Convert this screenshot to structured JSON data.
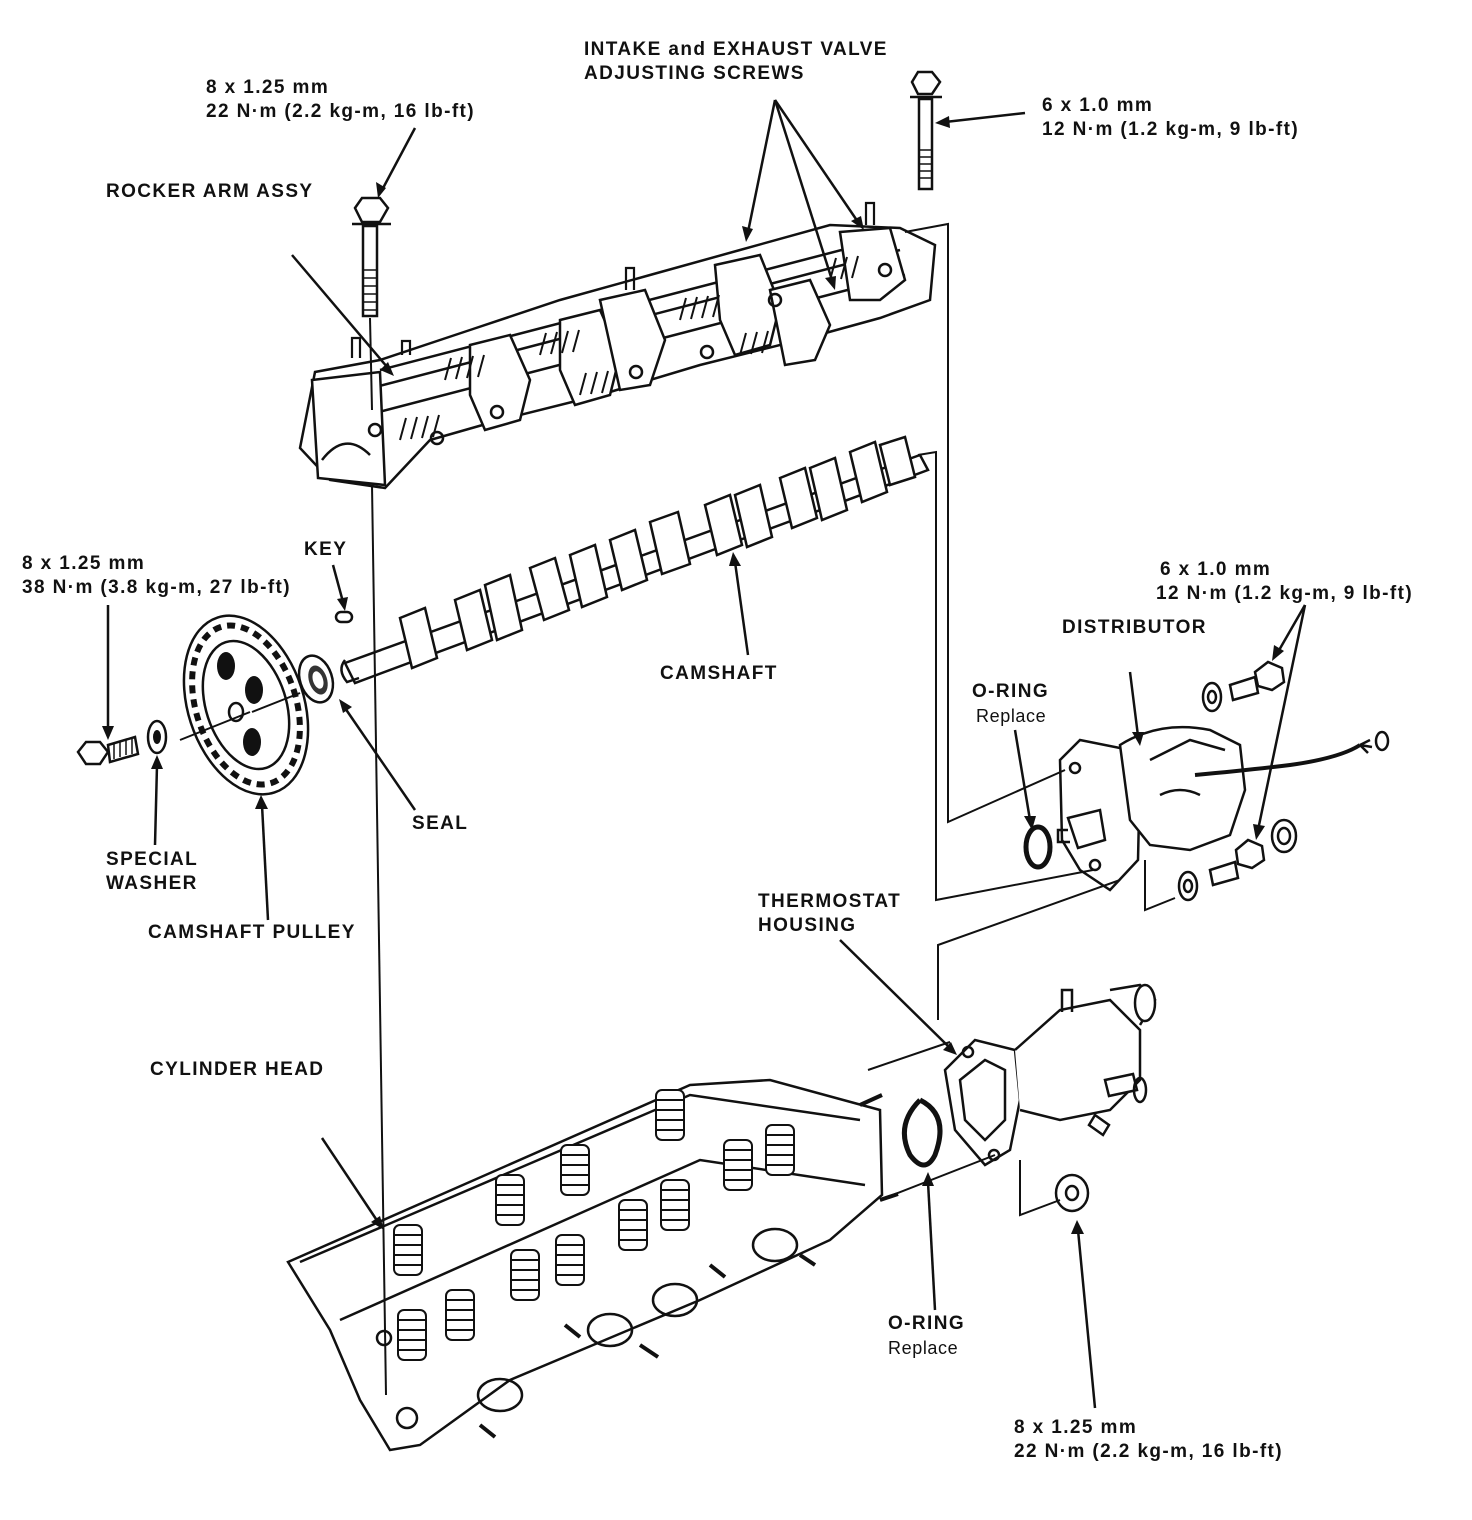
{
  "labels": {
    "top_bolt_spec": {
      "size": "8 x 1.25 mm",
      "torque": "22 N·m (2.2 kg-m, 16 lb-ft)"
    },
    "valve_screws": {
      "line1": "INTAKE and EXHAUST VALVE",
      "line2": "ADJUSTING SCREWS"
    },
    "right_bolt_spec": {
      "size": "6 x 1.0 mm",
      "torque": "12 N·m (1.2 kg-m, 9 lb-ft)"
    },
    "rocker_arm": "ROCKER ARM ASSY",
    "key": "KEY",
    "pulley_bolt_spec": {
      "size": "8 x 1.25 mm",
      "torque": "38 N·m (3.8 kg-m, 27 lb-ft)"
    },
    "distributor_bolt_spec": {
      "size": "6 x 1.0 mm",
      "torque": "12 N·m (1.2 kg-m, 9 lb-ft)"
    },
    "distributor": "DISTRIBUTOR",
    "oring_distributor": {
      "title": "O-RING",
      "note": "Replace"
    },
    "camshaft": "CAMSHAFT",
    "seal": "SEAL",
    "special_washer": {
      "line1": "SPECIAL",
      "line2": "WASHER"
    },
    "camshaft_pulley": "CAMSHAFT PULLEY",
    "thermostat_housing": {
      "line1": "THERMOSTAT",
      "line2": "HOUSING"
    },
    "cylinder_head": "CYLINDER HEAD",
    "oring_thermostat": {
      "title": "O-RING",
      "note": "Replace"
    },
    "bottom_bolt_spec": {
      "size": "8 x 1.25 mm",
      "torque": "22 N·m (2.2 kg-m, 16 lb-ft)"
    }
  }
}
